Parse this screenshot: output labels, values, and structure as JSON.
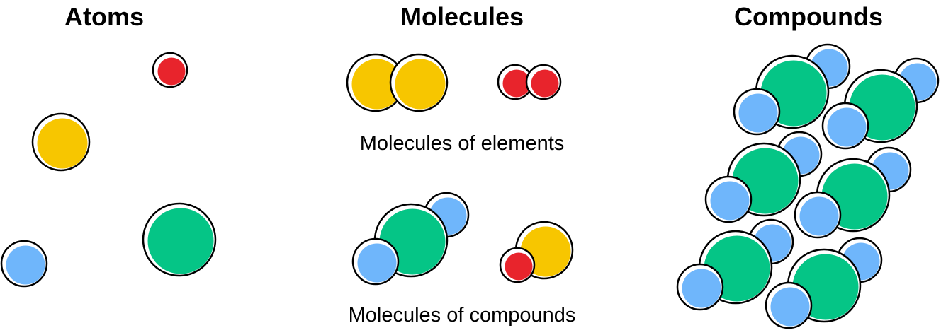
{
  "titles": {
    "atoms": "Atoms",
    "molecules": "Molecules",
    "compounds": "Compounds"
  },
  "captions": {
    "elements": "Molecules of elements",
    "compounds": "Molecules of compounds"
  },
  "colors": {
    "red": "#e8242c",
    "yellow": "#f7c600",
    "green": "#05c586",
    "blue": "#6fb6fb",
    "outline": "#000000"
  }
}
